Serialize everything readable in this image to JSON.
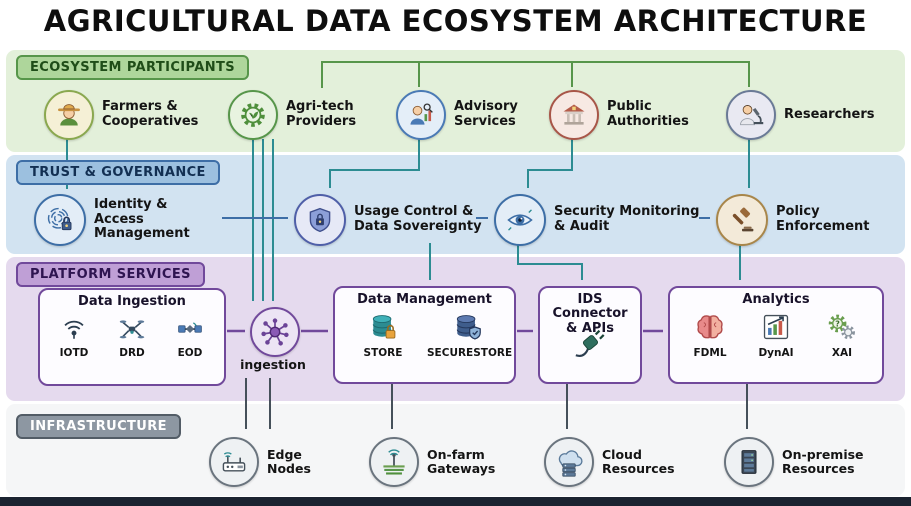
{
  "title": "AGRICULTURAL DATA ECOSYSTEM ARCHITECTURE",
  "bands": {
    "participants": {
      "label": "ECOSYSTEM PARTICIPANTS",
      "items": [
        {
          "label": "Farmers & Cooperatives",
          "icon": "farmer-icon"
        },
        {
          "label": "Agri-tech Providers",
          "icon": "gear-plant-icon"
        },
        {
          "label": "Advisory Services",
          "icon": "advisor-chart-icon"
        },
        {
          "label": "Public Authorities",
          "icon": "government-building-icon"
        },
        {
          "label": "Researchers",
          "icon": "researcher-microscope-icon"
        }
      ]
    },
    "governance": {
      "label": "TRUST & GOVERNANCE",
      "items": [
        {
          "label": "Identity & Access Management",
          "icon": "fingerprint-lock-icon"
        },
        {
          "label": "Usage Control & Data Sovereignty",
          "icon": "shield-lock-icon"
        },
        {
          "label": "Security Monitoring & Audit",
          "icon": "eye-monitor-icon"
        },
        {
          "label": "Policy Enforcement",
          "icon": "gavel-icon"
        }
      ]
    },
    "platform": {
      "label": "PLATFORM SERVICES",
      "ingestion_box": {
        "title": "Data Ingestion",
        "items": [
          {
            "label": "IOTD",
            "icon": "wifi-broadcast-icon"
          },
          {
            "label": "DRD",
            "icon": "drone-icon"
          },
          {
            "label": "EOD",
            "icon": "satellite-icon"
          }
        ]
      },
      "hub": {
        "label": "ingestion",
        "icon": "network-hub-icon"
      },
      "management": {
        "title": "Data Management",
        "items": [
          {
            "label": "STORE",
            "icon": "database-lock-icon"
          },
          {
            "label": "SECURESTORE",
            "icon": "database-shield-icon"
          }
        ]
      },
      "ids": {
        "title": "IDS Connector & APIs",
        "icon": "connector-plug-icon"
      },
      "analytics": {
        "title": "Analytics",
        "items": [
          {
            "label": "FDML",
            "icon": "brain-icon"
          },
          {
            "label": "DynAI",
            "icon": "growth-chart-icon"
          },
          {
            "label": "XAI",
            "icon": "gears-question-icon"
          }
        ]
      }
    },
    "infrastructure": {
      "label": "INFRASTRUCTURE",
      "items": [
        {
          "label": "Edge Nodes",
          "icon": "router-icon"
        },
        {
          "label": "On-farm Gateways",
          "icon": "farm-antenna-icon"
        },
        {
          "label": "Cloud Resources",
          "icon": "cloud-server-icon"
        },
        {
          "label": "On-premise Resources",
          "icon": "server-rack-icon"
        }
      ]
    }
  },
  "colors": {
    "participants_accent": "#57964a",
    "governance_accent": "#3d6ea6",
    "platform_accent": "#71499b",
    "infrastructure_accent": "#5a646e",
    "flow_teal": "#2c8c92",
    "title_color": "#0e0e0e"
  }
}
